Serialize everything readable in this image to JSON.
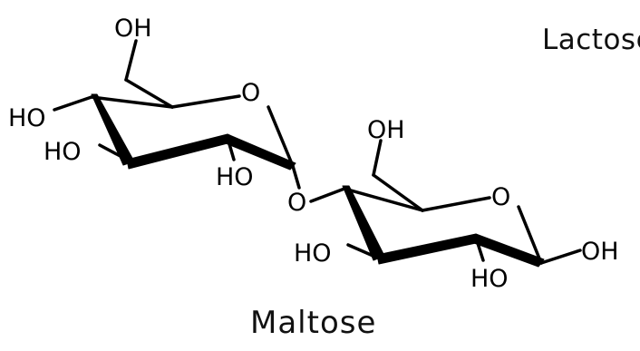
{
  "captions": {
    "molecule": "Maltose",
    "partial": "Lactose"
  },
  "atoms": {
    "oh_top": "OH",
    "ho_left1": "HO",
    "ho_left2": "HO",
    "ho_ring1_bottom": "HO",
    "ring1_oxygen": "O",
    "bridge_oxygen": "O",
    "oh_ring2_top": "OH",
    "ring2_oxygen": "O",
    "ho_ring2_left": "HO",
    "ho_ring2_bottom": "HO",
    "oh_right": "OH"
  }
}
